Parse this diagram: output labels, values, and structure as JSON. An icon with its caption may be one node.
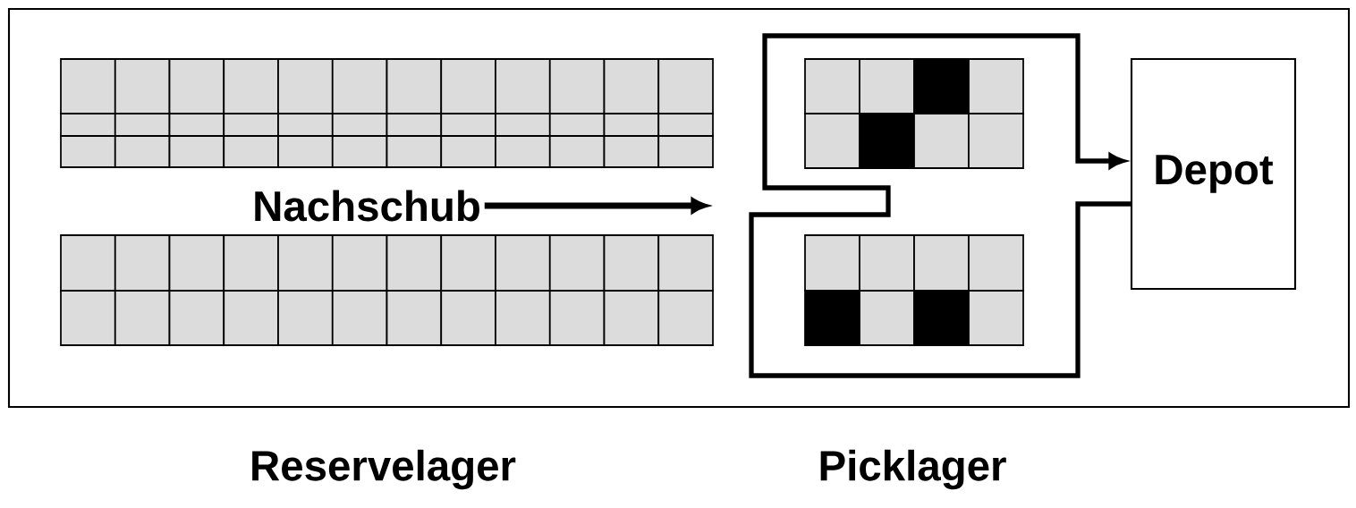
{
  "diagram": {
    "nodes": [
      {
        "text": [
          "Depot"
        ]
      },
      {
        "text": [
          "Nachschub"
        ]
      }
    ],
    "edges": [
      {
        "from": 0,
        "to": 0,
        "arrow": "to"
      },
      {
        "from": 1,
        "to": null,
        "arrow": "to"
      }
    ],
    "labels": [
      "Reservelager",
      "Picklager"
    ]
  }
}
